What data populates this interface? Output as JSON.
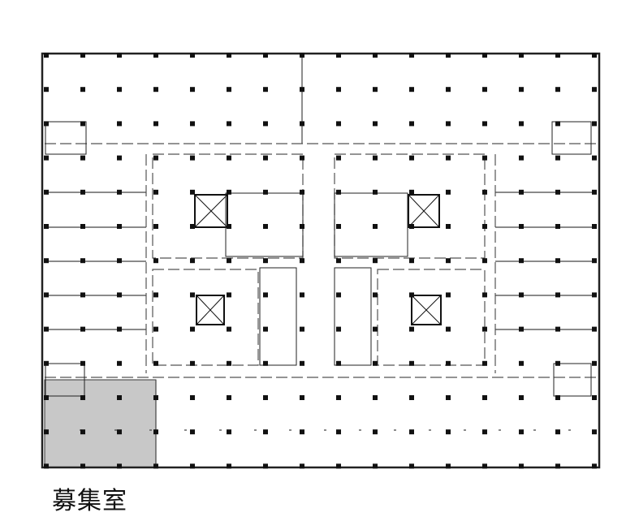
{
  "plan": {
    "caption": "募集室",
    "highlight_color": "#c8c8c8",
    "line_color": "#222222",
    "grid_columns": 16,
    "grid_rows": 13
  }
}
